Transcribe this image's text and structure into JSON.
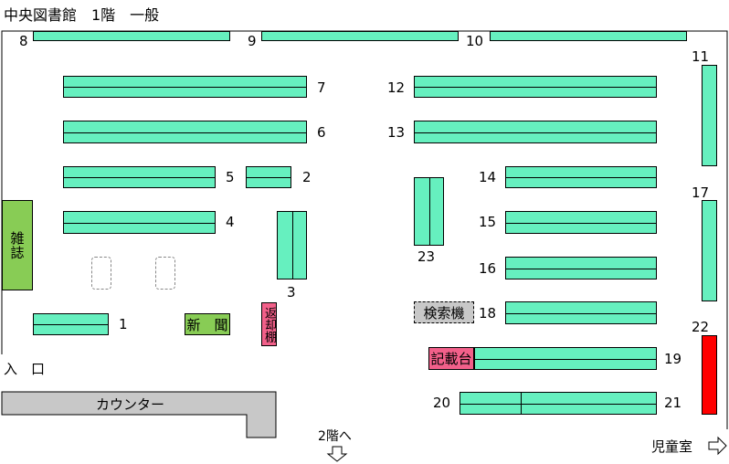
{
  "title": "中央図書館　1階　一般",
  "shelf_numbers": {
    "s1": "1",
    "s2": "2",
    "s3": "3",
    "s4": "4",
    "s5": "5",
    "s6": "6",
    "s7": "7",
    "s8": "8",
    "s9": "9",
    "s10": "10",
    "s11": "11",
    "s12": "12",
    "s13": "13",
    "s14": "14",
    "s15": "15",
    "s16": "16",
    "s17": "17",
    "s18": "18",
    "s19": "19",
    "s20": "20",
    "s21": "21",
    "s22": "22",
    "s23": "23"
  },
  "areas": {
    "magazines": "雑誌",
    "newspapers": "新　聞",
    "return_shelf": "返却棚",
    "search_terminal": "検索機",
    "writing_desk": "記載台",
    "counter": "カウンター"
  },
  "labels": {
    "entrance": "入　口",
    "to_second_floor": "2階へ",
    "childrens_room": "児童室"
  },
  "colors": {
    "shelf": "#66f0bf",
    "green_area": "#88cc55",
    "pink_area": "#f2608a",
    "red_shelf": "#ff0000",
    "counter": "#c8c8c8"
  }
}
